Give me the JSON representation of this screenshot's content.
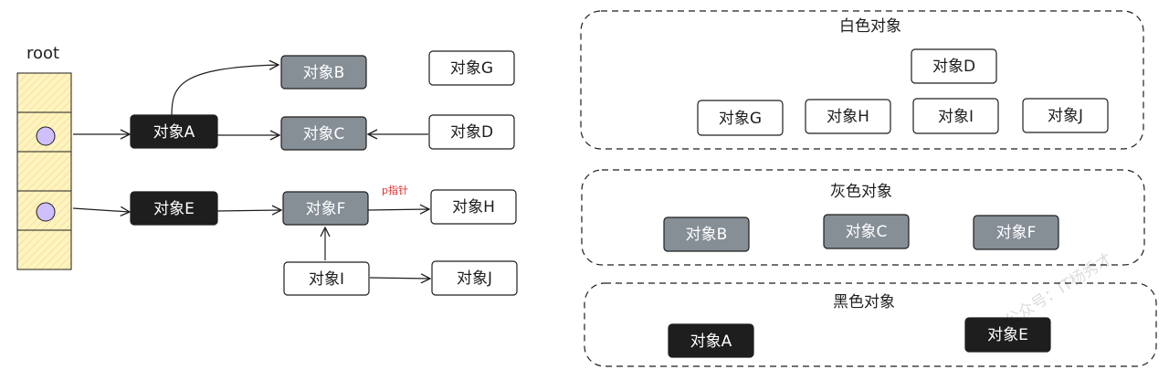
{
  "root_label": "root",
  "pointer_label": "p指针",
  "watermark": "公众号：IT杨秀才",
  "colors": {
    "black_fill": "#1e1e1e",
    "gray_fill": "#868e96",
    "white_fill": "#ffffff",
    "root_cell_fill": "#fff3bf",
    "ref_dot_fill": "#d0bfff",
    "pointer_label_color": "#e03131",
    "stroke": "#1e1e1e"
  },
  "graph_nodes": [
    {
      "id": "A",
      "label": "对象A",
      "color": "black"
    },
    {
      "id": "B",
      "label": "对象B",
      "color": "gray"
    },
    {
      "id": "C",
      "label": "对象C",
      "color": "gray"
    },
    {
      "id": "D",
      "label": "对象D",
      "color": "white"
    },
    {
      "id": "E",
      "label": "对象E",
      "color": "black"
    },
    {
      "id": "F",
      "label": "对象F",
      "color": "gray"
    },
    {
      "id": "G",
      "label": "对象G",
      "color": "white"
    },
    {
      "id": "H",
      "label": "对象H",
      "color": "white"
    },
    {
      "id": "I",
      "label": "对象I",
      "color": "white"
    },
    {
      "id": "J",
      "label": "对象J",
      "color": "white"
    }
  ],
  "graph_edges": [
    {
      "from": "root1",
      "to": "A"
    },
    {
      "from": "root3",
      "to": "E"
    },
    {
      "from": "A",
      "to": "B"
    },
    {
      "from": "A",
      "to": "C"
    },
    {
      "from": "D",
      "to": "C"
    },
    {
      "from": "E",
      "to": "F"
    },
    {
      "from": "F",
      "to": "H",
      "label": "p指针"
    },
    {
      "from": "I",
      "to": "F"
    },
    {
      "from": "I",
      "to": "J"
    }
  ],
  "groups": [
    {
      "title": "白色对象",
      "color": "white",
      "items": [
        "对象D",
        "对象G",
        "对象H",
        "对象I",
        "对象J"
      ]
    },
    {
      "title": "灰色对象",
      "color": "gray",
      "items": [
        "对象B",
        "对象C",
        "对象F"
      ]
    },
    {
      "title": "黑色对象",
      "color": "black",
      "items": [
        "对象A",
        "对象E"
      ]
    }
  ]
}
